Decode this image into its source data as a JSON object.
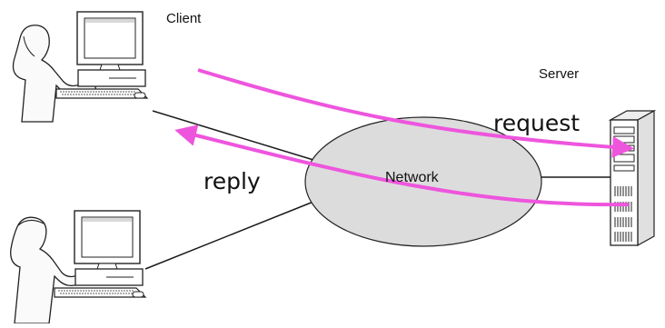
{
  "labels": {
    "client": "Client",
    "server": "Server",
    "network": "Network",
    "request": "request",
    "reply": "reply"
  },
  "colors": {
    "arrow": "#ee55dd",
    "network_fill": "#dcdcdc",
    "line": "#1a1a1a"
  },
  "icons": {
    "client_top": "user-at-computer-icon",
    "client_bottom": "user-at-computer-icon",
    "server": "server-tower-icon"
  }
}
